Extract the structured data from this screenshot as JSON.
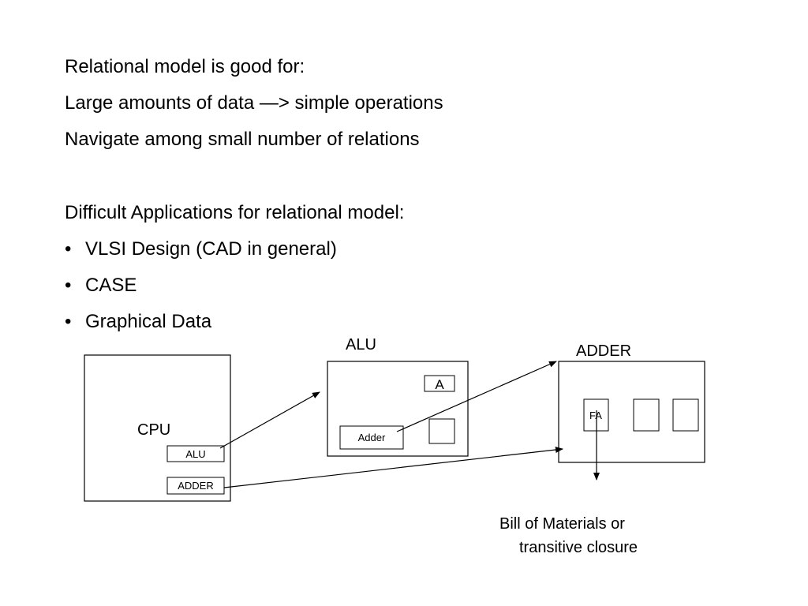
{
  "text": {
    "line1": "Relational model is good for:",
    "line2": "Large amounts of data —> simple operations",
    "line3": "Navigate among small number of relations",
    "line4": "Difficult Applications for relational model:"
  },
  "bullets": [
    {
      "symbol": "•",
      "text": "VLSI Design (CAD in general)"
    },
    {
      "symbol": "•",
      "text": "CASE"
    },
    {
      "symbol": "•",
      "text": "Graphical Data"
    }
  ],
  "diagram": {
    "cpu_box": {
      "title": "CPU",
      "alu_label": "ALU",
      "adder_label": "ADDER"
    },
    "alu_box": {
      "title": "ALU",
      "a_label": "A",
      "adder_label": "Adder"
    },
    "adder_box": {
      "title": "ADDER",
      "fa_label": "FA"
    },
    "caption_line1": "Bill of Materials or",
    "caption_line2": "transitive closure"
  }
}
